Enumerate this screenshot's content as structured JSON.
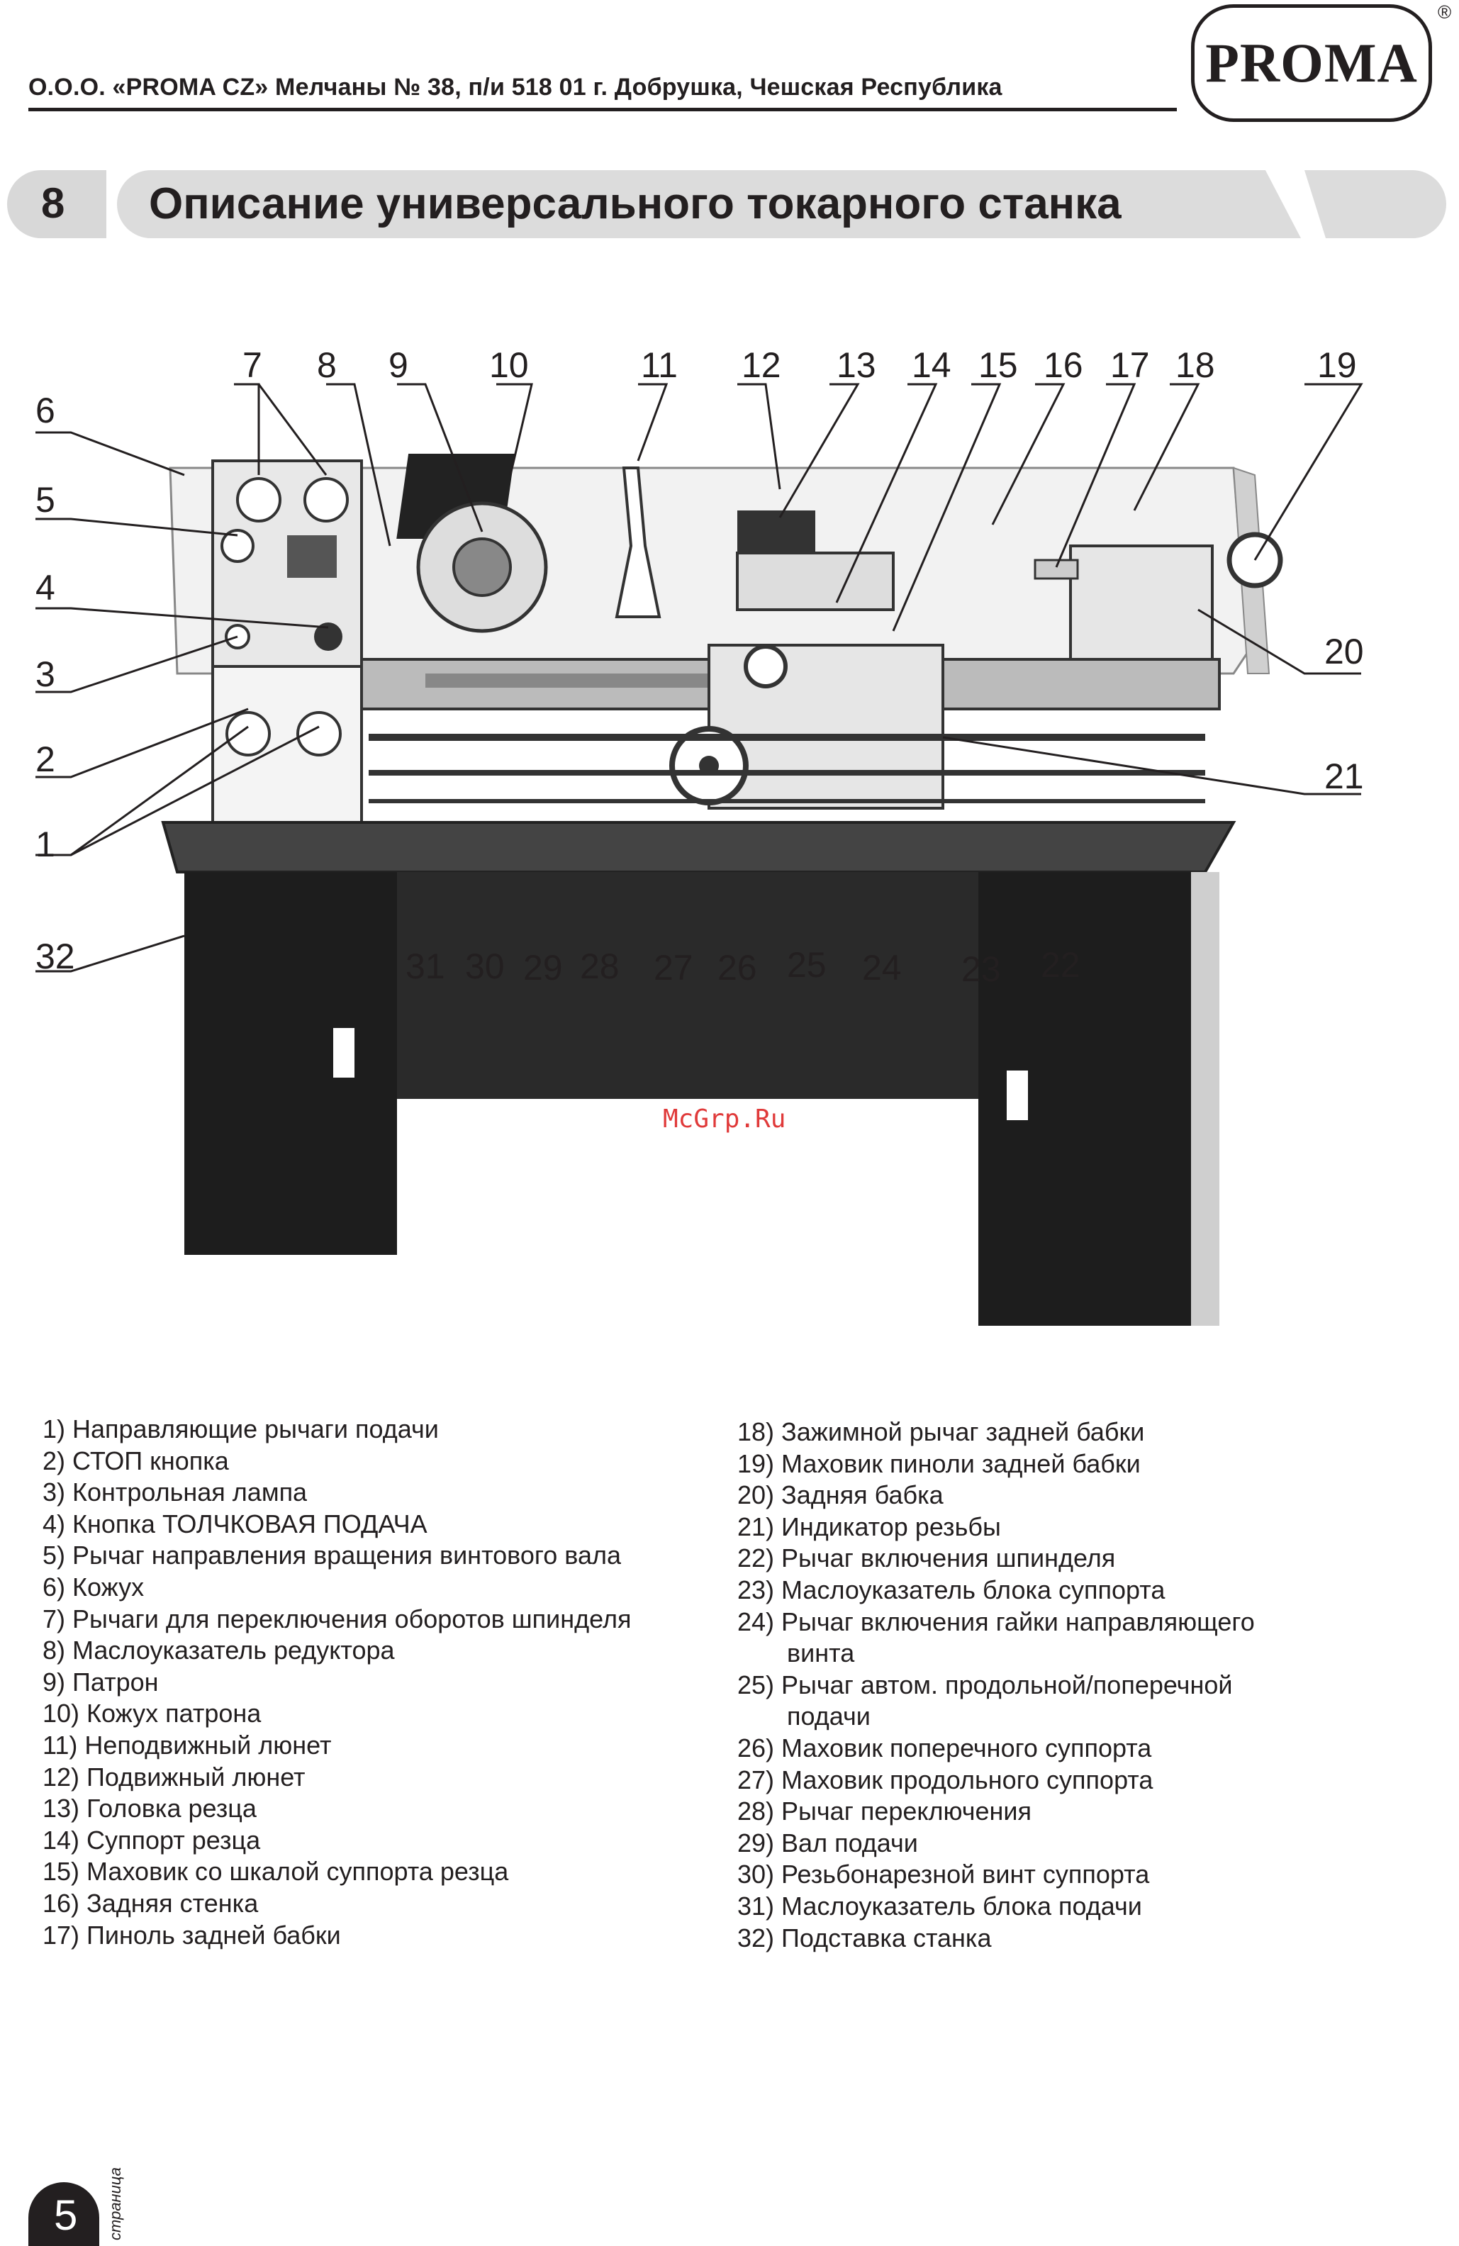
{
  "header": {
    "address": "О.О.О. «PROMA CZ» Мелчаны № 38, п/и 518 01 г. Добрушка, Чешская Республика",
    "logo_text": "PROMA",
    "logo_mark": "®"
  },
  "chapter": {
    "number": "8",
    "title": "Описание универсального токарного станка"
  },
  "figure": {
    "callouts": [
      "1",
      "2",
      "3",
      "4",
      "5",
      "6",
      "7",
      "8",
      "9",
      "10",
      "11",
      "12",
      "13",
      "14",
      "15",
      "16",
      "17",
      "18",
      "19",
      "20",
      "21",
      "22",
      "23",
      "24",
      "25",
      "26",
      "27",
      "28",
      "29",
      "30",
      "31",
      "32"
    ],
    "watermark": "McGrp.Ru"
  },
  "legend_left": [
    "1) Направляющие рычаги подачи",
    "2) СТОП кнопка",
    "3) Контрольная лампа",
    "4) Кнопка ТОЛЧКОВАЯ ПОДАЧА",
    "5) Рычаг направления вращения винтового вала",
    "6) Кожух",
    "7) Рычаги для переключения оборотов шпинделя",
    "8) Маслоуказатель редуктора",
    "9) Патрон",
    "10) Кожух патрона",
    "11) Неподвижный люнет",
    "12) Подвижный люнет",
    "13) Головка резца",
    "14) Суппорт резца",
    "15) Маховик со шкалой суппорта резца",
    "16) Задняя стенка",
    "17) Пиноль задней бабки"
  ],
  "legend_right": [
    "18) Зажимной рычаг задней бабки",
    "19) Маховик пиноли задней бабки",
    "20) Задняя бабка",
    "21) Индикатор резьбы",
    "22) Рычаг включения шпинделя",
    "23) Маслоуказатель блока суппорта",
    "24) Рычаг включения гайки направляющего",
    "винта",
    "25) Рычаг автом. продольной/поперечной",
    "подачи",
    "26) Маховик поперечного суппорта",
    "27) Маховик продольного суппорта",
    "28) Рычаг переключения",
    "29) Вал подачи",
    "30) Резьбонарезной винт суппорта",
    "31) Маслоуказатель блока подачи",
    "32) Подставка станка"
  ],
  "footer": {
    "page_number": "5",
    "page_word": "страница"
  }
}
